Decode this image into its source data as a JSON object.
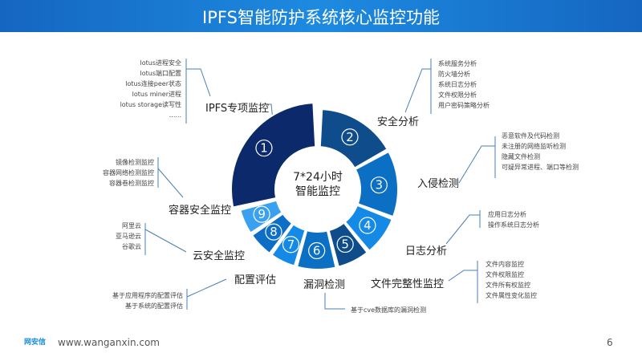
{
  "title": "IPFS智能防护系统核心监控功能",
  "center": {
    "line1": "7*24小时",
    "line2": "智能监控"
  },
  "segments": [
    {
      "num": "1",
      "color": "#0c2a6b"
    },
    {
      "num": "2",
      "color": "#0e4c8c"
    },
    {
      "num": "3",
      "color": "#0b6fc4"
    },
    {
      "num": "4",
      "color": "#1589e6"
    },
    {
      "num": "5",
      "color": "#0e4c8c"
    },
    {
      "num": "6",
      "color": "#0b6fc4"
    },
    {
      "num": "7",
      "color": "#1589e6"
    },
    {
      "num": "8",
      "color": "#0d6ec8"
    },
    {
      "num": "9",
      "color": "#3aa0f0"
    }
  ],
  "categories": {
    "ipfs": {
      "label": "IPFS专项监控",
      "items": [
        "lotus进程安全",
        "lotus端口配置",
        "lotus连接peer状态",
        "lotus miner进程",
        "lotus storage读写性",
        "......"
      ]
    },
    "security": {
      "label": "安全分析",
      "items": [
        "系统服务分析",
        "防火墙分析",
        "系统日志分析",
        "文件权限分析",
        "用户密码策略分析"
      ]
    },
    "intrusion": {
      "label": "入侵检测",
      "items": [
        "恶意软件及代码检测",
        "未注册的网络监听检测",
        "隐藏文件检测",
        "可疑异常进程、端口等检测"
      ]
    },
    "log": {
      "label": "日志分析",
      "items": [
        "应用日志分析",
        "操作系统日志分析"
      ]
    },
    "integrity": {
      "label": "文件完整性监控",
      "items": [
        "文件内容监控",
        "文件权限监控",
        "文件所有权监控",
        "文件属性变化监控"
      ]
    },
    "vuln": {
      "label": "漏洞检测",
      "items": [
        "基于cve数据库的漏洞检测"
      ]
    },
    "config": {
      "label": "配置评估",
      "items": [
        "基于应用程序的配置评估",
        "基于系统的配置评估"
      ]
    },
    "cloud": {
      "label": "云安全监控",
      "items": [
        "阿里云",
        "亚马逊云",
        "谷歌云"
      ]
    },
    "container": {
      "label": "容器安全监控",
      "items": [
        "镜像检测监控",
        "容器网络检测监控",
        "容器卷检测监控"
      ]
    }
  },
  "footer": {
    "url": "www.wanganxin.com",
    "page": "6",
    "logo": "网安信"
  }
}
